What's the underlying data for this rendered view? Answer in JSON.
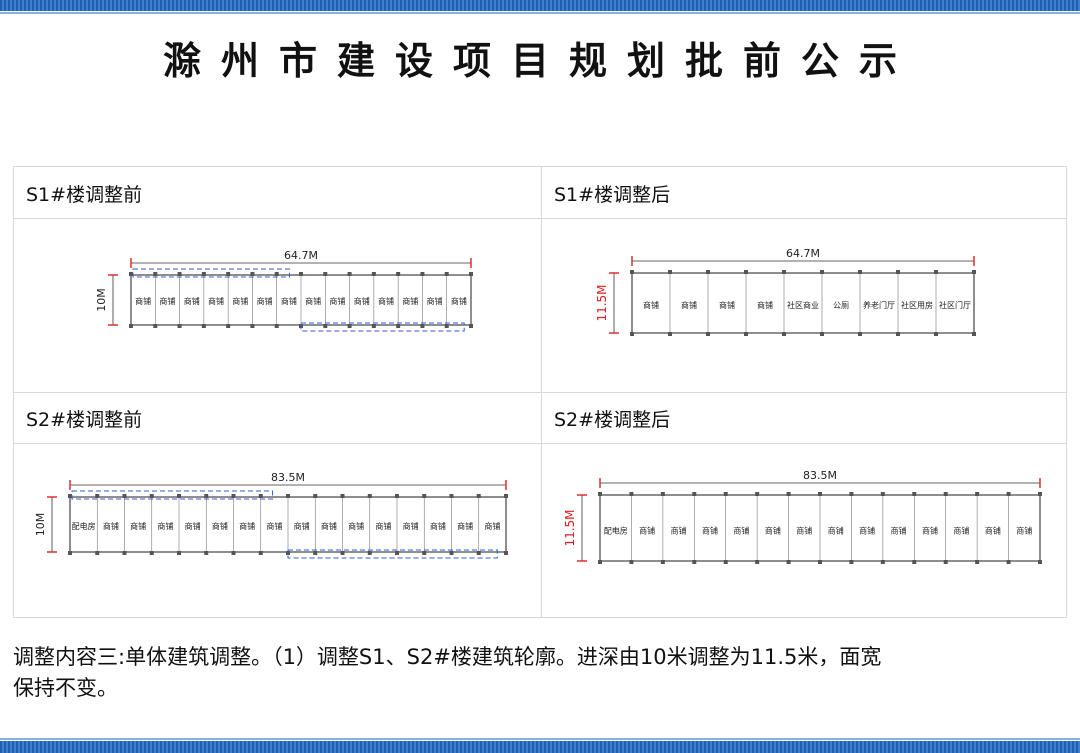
{
  "header": {
    "title": "滁州市建设项目规划批前公示"
  },
  "panels": [
    {
      "id": "s1-before",
      "label": "S1#楼调整前",
      "width_dim": "64.7M",
      "depth_dim": "10M",
      "depth_red": false,
      "has_outline": true,
      "rooms": [
        "商铺",
        "商铺",
        "商铺",
        "商铺",
        "商铺",
        "商铺",
        "商铺",
        "商铺",
        "商铺",
        "商铺",
        "商铺",
        "商铺",
        "商铺",
        "商铺"
      ]
    },
    {
      "id": "s1-after",
      "label": "S1#楼调整后",
      "width_dim": "64.7M",
      "depth_dim": "11.5M",
      "depth_red": true,
      "has_outline": false,
      "rooms": [
        "商铺",
        "商铺",
        "商铺",
        "商铺",
        "社区商业",
        "公厕",
        "养老门厅",
        "社区用房",
        "社区门厅"
      ]
    },
    {
      "id": "s2-before",
      "label": "S2#楼调整前",
      "width_dim": "83.5M",
      "depth_dim": "10M",
      "depth_red": false,
      "has_outline": true,
      "rooms": [
        "配电房",
        "商铺",
        "商铺",
        "商铺",
        "商铺",
        "商铺",
        "商铺",
        "商铺",
        "商铺",
        "商铺",
        "商铺",
        "商铺",
        "商铺",
        "商铺",
        "商铺",
        "商铺"
      ]
    },
    {
      "id": "s2-after",
      "label": "S2#楼调整后",
      "width_dim": "83.5M",
      "depth_dim": "11.5M",
      "depth_red": true,
      "has_outline": false,
      "rooms": [
        "配电房",
        "商铺",
        "商铺",
        "商铺",
        "商铺",
        "商铺",
        "商铺",
        "商铺",
        "商铺",
        "商铺",
        "商铺",
        "商铺",
        "商铺",
        "商铺"
      ]
    }
  ],
  "footer": {
    "line1": "调整内容三:单体建筑调整。（1）调整S1、S2#楼建筑轮廓。进深由10米调整为11.5米，面宽",
    "line2": "保持不变。"
  },
  "colors": {
    "band": "#1f5fae",
    "dim_red": "#e02020",
    "outline_blue": "#2f5fd0",
    "wall": "#444444"
  }
}
